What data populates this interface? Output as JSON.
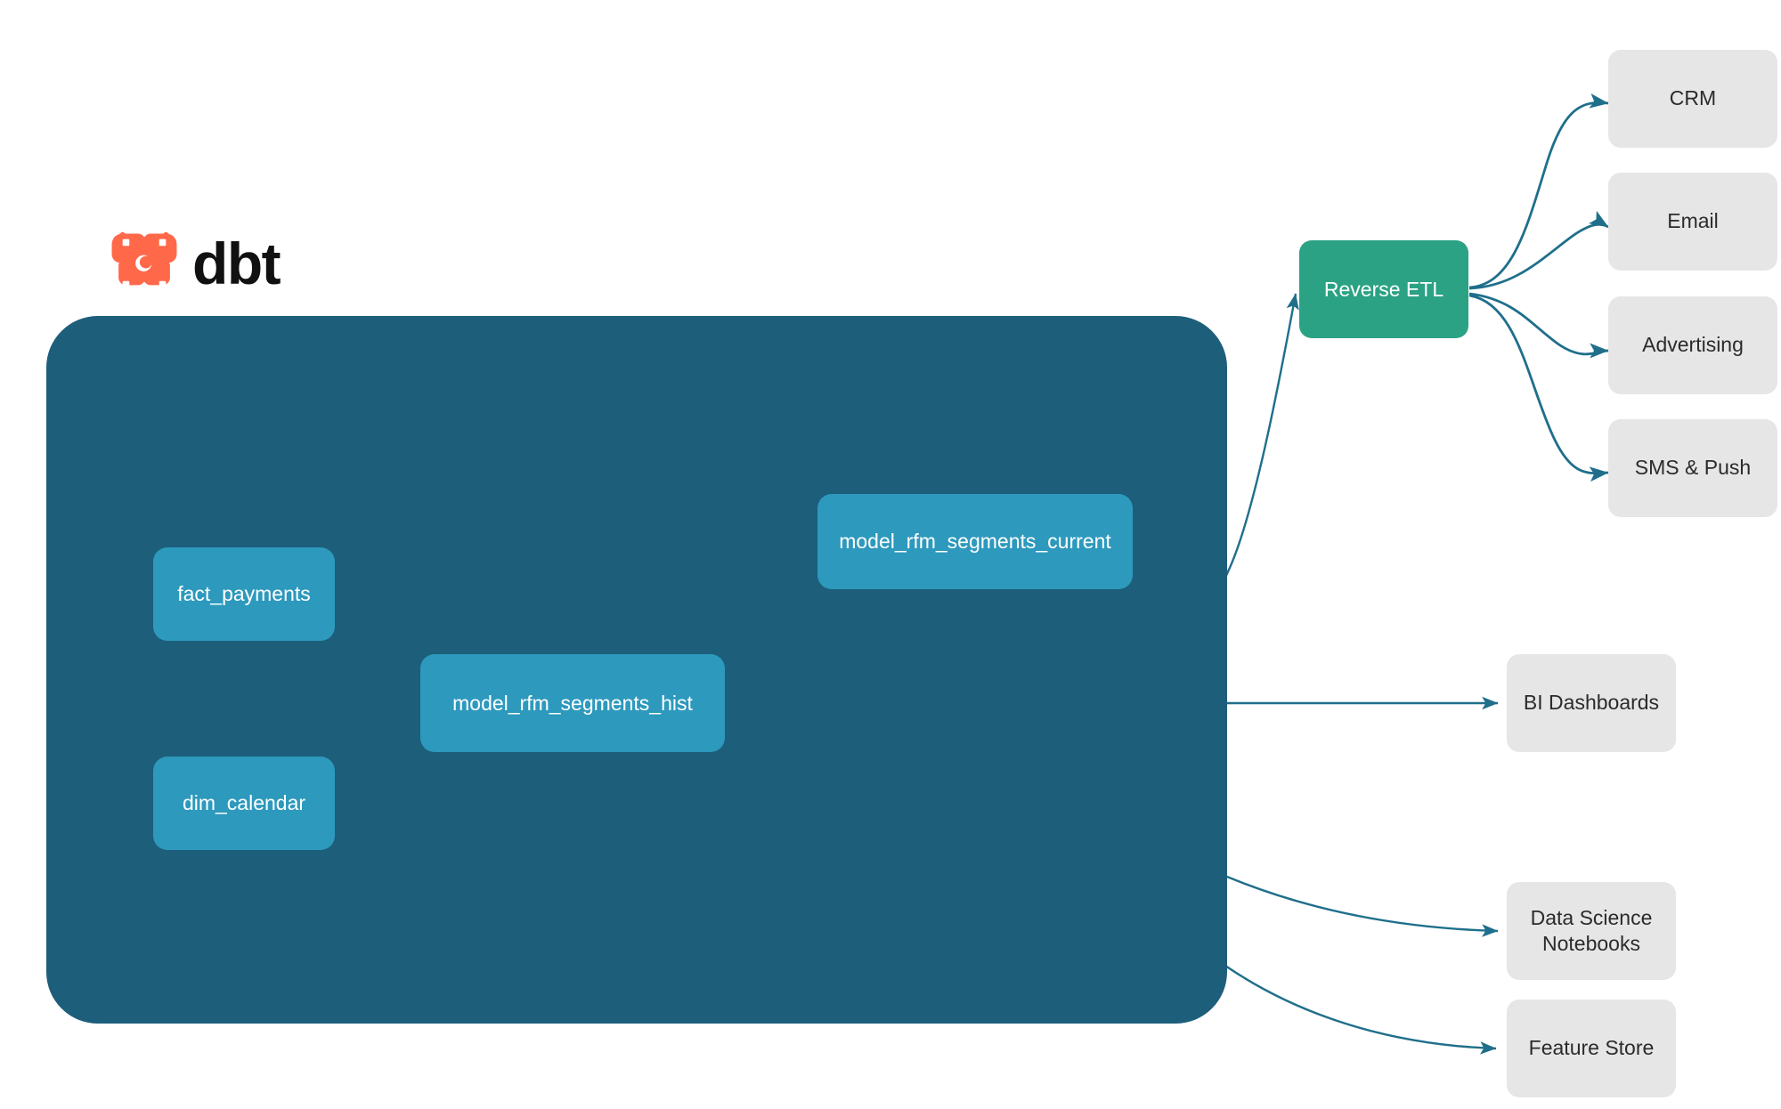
{
  "brand": {
    "wordmark": "dbt",
    "logo_icon": "dbt-hamsa-icon",
    "logo_color": "#FF694A"
  },
  "colors": {
    "container_bg": "#1d5e7b",
    "model_node": "#2d99bd",
    "reverse_etl_node": "#2ba284",
    "destination_node": "#e6e6e6",
    "edge_external": "#1f6f8b",
    "edge_internal": "#3aa8c4",
    "page_bg": "#ffffff",
    "node_text": "#ffffff",
    "destination_text": "#2b2b2b"
  },
  "dbt_project": {
    "models": [
      {
        "id": "fact_payments",
        "label": "fact_payments"
      },
      {
        "id": "dim_calendar",
        "label": "dim_calendar"
      },
      {
        "id": "model_rfm_segments_hist",
        "label": "model_rfm_segments_hist"
      },
      {
        "id": "model_rfm_segments_current",
        "label": "model_rfm_segments_current"
      }
    ]
  },
  "pipeline": {
    "reverse_etl": {
      "id": "reverse_etl",
      "label": "Reverse ETL"
    }
  },
  "activation_destinations": [
    {
      "id": "crm",
      "label": "CRM"
    },
    {
      "id": "email",
      "label": "Email"
    },
    {
      "id": "advertising",
      "label": "Advertising"
    },
    {
      "id": "sms_push",
      "label": "SMS & Push"
    }
  ],
  "analytics_destinations": [
    {
      "id": "bi_dashboards",
      "label": "BI Dashboards"
    },
    {
      "id": "data_science_notebooks",
      "label": "Data Science\nNotebooks"
    },
    {
      "id": "feature_store",
      "label": "Feature Store"
    }
  ],
  "edges": [
    {
      "from": "fact_payments",
      "to": "model_rfm_segments_hist"
    },
    {
      "from": "dim_calendar",
      "to": "model_rfm_segments_hist"
    },
    {
      "from": "model_rfm_segments_hist",
      "to": "model_rfm_segments_current"
    },
    {
      "from": "model_rfm_segments_current",
      "to": "reverse_etl"
    },
    {
      "from": "reverse_etl",
      "to": "crm"
    },
    {
      "from": "reverse_etl",
      "to": "email"
    },
    {
      "from": "reverse_etl",
      "to": "advertising"
    },
    {
      "from": "reverse_etl",
      "to": "sms_push"
    },
    {
      "from": "model_rfm_segments_hist",
      "to": "bi_dashboards"
    },
    {
      "from": "model_rfm_segments_hist",
      "to": "data_science_notebooks"
    },
    {
      "from": "model_rfm_segments_hist",
      "to": "feature_store"
    }
  ]
}
